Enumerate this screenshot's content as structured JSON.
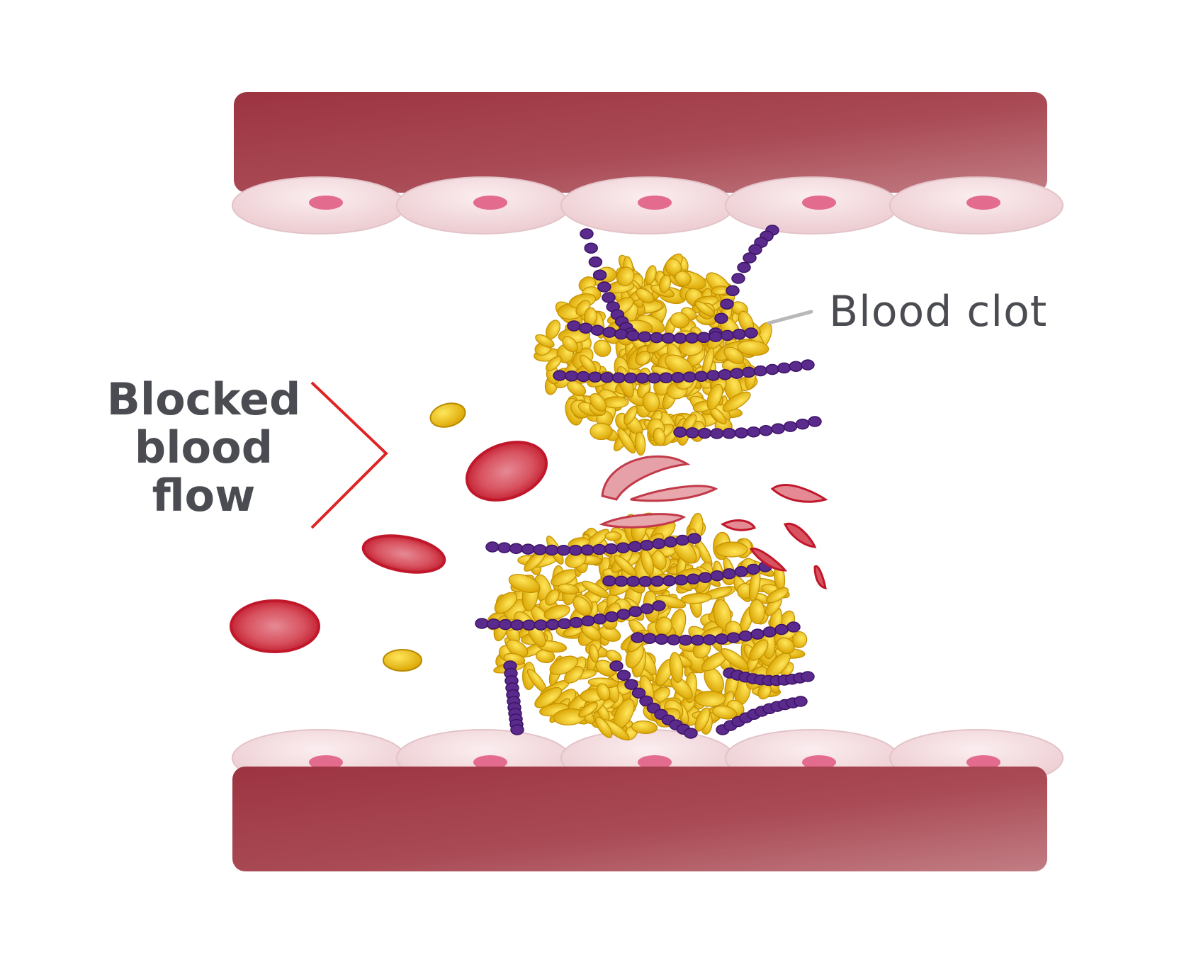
{
  "labels": {
    "blocked_flow": [
      "Blocked",
      "blood",
      "flow"
    ],
    "blood_clot": "Blood clot"
  },
  "colors": {
    "vessel_wall": "#a8424f",
    "endothelial_cell": "#f3dde0",
    "cell_nucleus": "#e36b8e",
    "red_blood_cell": "#c9222e",
    "platelet": "#f1c40f",
    "fibrin_strand": "#5a2a8c",
    "pointer_red": "#e02424",
    "pointer_gray": "#b8b8b8",
    "label_text": "#4a4c52"
  },
  "icons": {
    "chevron": "red-chevron-pointer",
    "leader": "gray-leader-line"
  }
}
